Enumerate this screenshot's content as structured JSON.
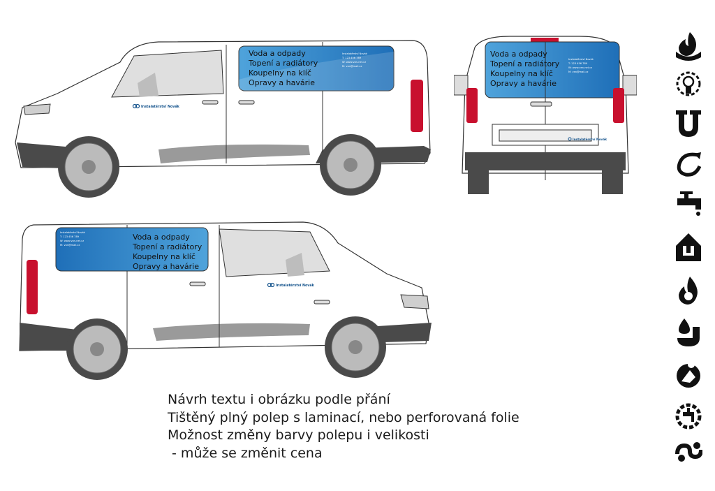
{
  "banner": {
    "services": [
      "Voda a odpady",
      "Topení a radiátory",
      "Koupelny na klíč",
      "Opravy a havárie"
    ],
    "company": "Instalatérství Novák",
    "contact": {
      "phone": "T: 123 456 789",
      "web": "W: www.van-net.cz",
      "email": "M: van@mail.cz"
    }
  },
  "caption": {
    "lines": [
      "Návrh textu i obrázku podle přání",
      "Tištěný plný polep s laminací, nebo perforovaná folie",
      "Možnost změny barvy polepu i velikosti",
      " - může se změnit cena"
    ]
  },
  "colors": {
    "wrap_blue": "#1f6fb8",
    "wrap_light": "#4fa3db",
    "body": "#ffffff",
    "trim": "#4a4a4a",
    "tail": "#c8102e"
  },
  "icons": [
    "water-fire-icon",
    "gear-bulb-icon",
    "pipe-magnet-icon",
    "hose-icon",
    "faucet-icon",
    "house-pipe-icon",
    "flame-drop-icon",
    "drop-toilet-icon",
    "plumber-gear-icon",
    "gear-faucet-icon",
    "pipe-chain-icon"
  ]
}
